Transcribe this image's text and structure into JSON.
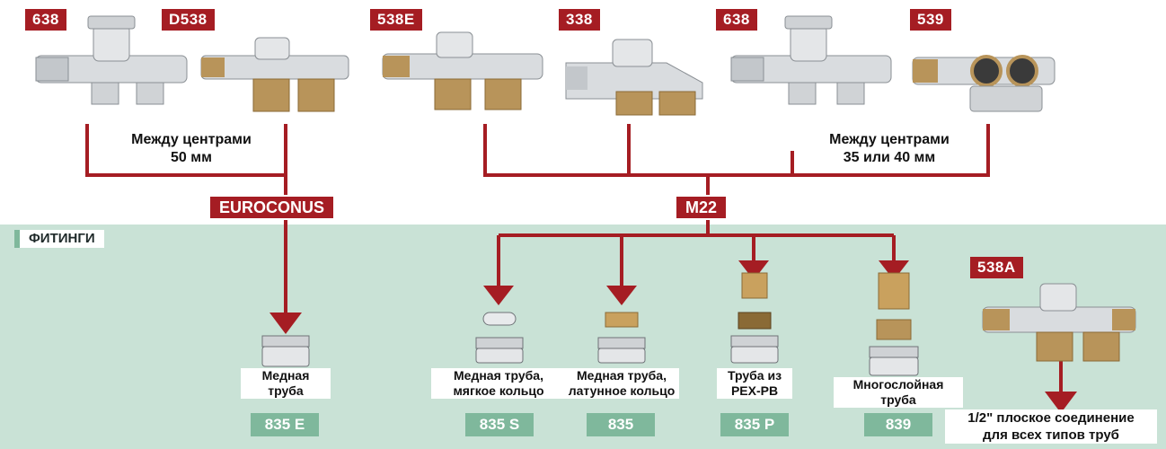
{
  "valves": [
    {
      "code": "638"
    },
    {
      "code": "D538"
    },
    {
      "code": "538E"
    },
    {
      "code": "338"
    },
    {
      "code": "638"
    },
    {
      "code": "539"
    }
  ],
  "center_left": "Между центрами",
  "center_left_value": "50 мм",
  "center_right": "Между центрами",
  "center_right_value": "35 или 40 мм",
  "connections": {
    "euroconus": "EUROCONUS",
    "m22": "M22"
  },
  "fittings_heading": "ФИТИНГИ",
  "fittings": [
    {
      "line1": "Медная",
      "line2": "труба",
      "code": "835 E"
    },
    {
      "line1": "Медная труба,",
      "line2": "мягкое кольцо",
      "code": "835 S"
    },
    {
      "line1": "Медная труба,",
      "line2": "латунное кольцо",
      "code": "835"
    },
    {
      "line1": "Труба из",
      "line2": "PEX-PB",
      "code": "835 P"
    },
    {
      "line1": "Многослойная",
      "line2": "труба",
      "code": "839"
    }
  ],
  "special_valve": {
    "code": "538A",
    "note_line1": "1/2\" плоское соединение",
    "note_line2": "для всех типов труб"
  },
  "colors": {
    "accent_red": "#a51d23",
    "panel_green": "#c9e2d6",
    "code_green": "#7fb89c"
  }
}
